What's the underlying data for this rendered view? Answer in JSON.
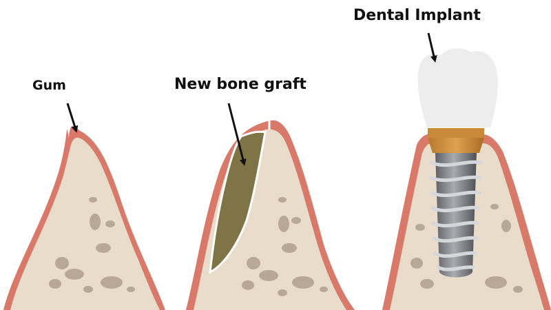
{
  "labels": {
    "gum": "Gum",
    "bone_graft": "New bone graft",
    "implant": "Dental Implant"
  },
  "colors": {
    "gum": "#d9796a",
    "bone": "#eadccb",
    "bone_spots": "#b8a898",
    "graft": "#7e7446",
    "crown": "#ededed",
    "abutment": "#c88a3a",
    "screw": "#7d7f84",
    "arrow": "#111111"
  }
}
